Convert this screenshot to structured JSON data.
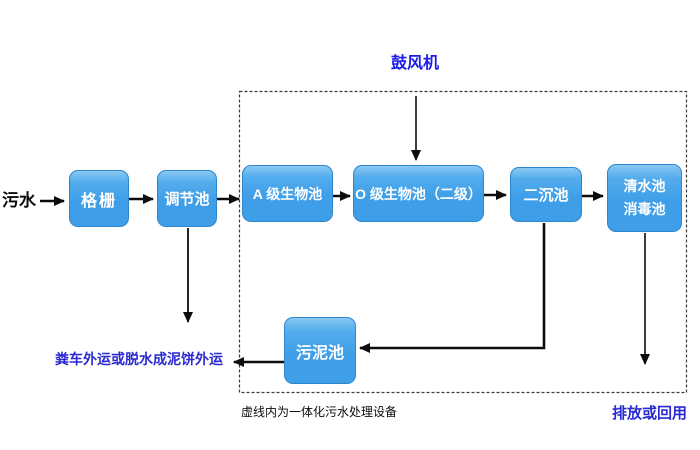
{
  "diagram": {
    "source_label": "污水",
    "blower_label": "鼓风机",
    "nodes": {
      "grille": {
        "label": "格栅"
      },
      "regulating": {
        "label": "调节池"
      },
      "a_bio": {
        "label": "A 级生物池"
      },
      "o_bio": {
        "label": "O 级生物池（二级）"
      },
      "secondary_sedimentation": {
        "label": "二沉池"
      },
      "clear_water": {
        "label_line1": "清水池",
        "label_line2": "消毒池"
      },
      "sludge": {
        "label": "污泥池"
      }
    },
    "annotations": {
      "sludge_disposal": "粪车外运或脱水成泥饼外运",
      "dashed_box_note": "虚线内为一体化污水处理设备",
      "discharge": "排放或回用"
    },
    "edges": [
      {
        "from": "污水",
        "to": "格栅"
      },
      {
        "from": "格栅",
        "to": "调节池"
      },
      {
        "from": "调节池",
        "to": "A 级生物池"
      },
      {
        "from": "A 级生物池",
        "to": "O 级生物池（二级）"
      },
      {
        "from": "鼓风机",
        "to": "O 级生物池（二级）"
      },
      {
        "from": "O 级生物池（二级）",
        "to": "二沉池"
      },
      {
        "from": "二沉池",
        "to": "清水池/消毒池"
      },
      {
        "from": "二沉池",
        "to": "污泥池"
      },
      {
        "from": "污泥池",
        "to": "粪车外运或脱水成泥饼外运"
      },
      {
        "from": "调节池",
        "to": "粪车外运或脱水成泥饼外运"
      },
      {
        "from": "清水池/消毒池",
        "to": "排放或回用"
      }
    ],
    "colors": {
      "box_fill": "#3e9fe8",
      "box_fill_highlight": "#8ac8f3",
      "box_border": "#2e86cd",
      "box_text": "#ffffff",
      "blue_label": "#2a2ad2",
      "blower_label": "#1c1cea",
      "black_label": "#0c0c0c",
      "arrow": "#0c0c0c",
      "dashed_border": "#3a3a3a"
    }
  }
}
